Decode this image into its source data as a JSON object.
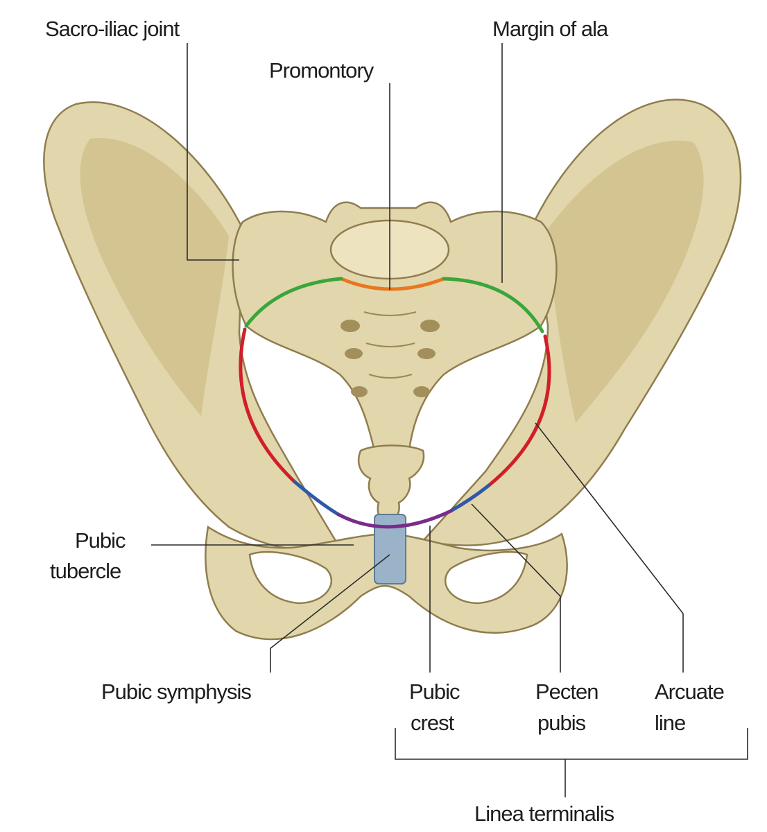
{
  "labels": {
    "sacroiliac": "Sacro-iliac joint",
    "margin_ala": "Margin of ala",
    "promontory": "Promontory",
    "pubic_tubercle_1": "Pubic",
    "pubic_tubercle_2": "tubercle",
    "pubic_symphysis": "Pubic symphysis",
    "pubic_crest_1": "Pubic",
    "pubic_crest_2": "crest",
    "pecten_1": "Pecten",
    "pecten_2": "pubis",
    "arcuate_1": "Arcuate",
    "arcuate_2": "line",
    "linea_terminalis": "Linea terminalis"
  },
  "colors": {
    "bone": "#e2d6ac",
    "bone_outline": "#8f7d4e",
    "promontory_line": "#e8771f",
    "margin_of_ala_line": "#3aa63a",
    "arcuate_line": "#d11f2a",
    "pecten_pubis_line": "#2f58a8",
    "pubic_crest_line": "#7a2c8a",
    "pubic_symphysis": "#9bb3c8"
  }
}
